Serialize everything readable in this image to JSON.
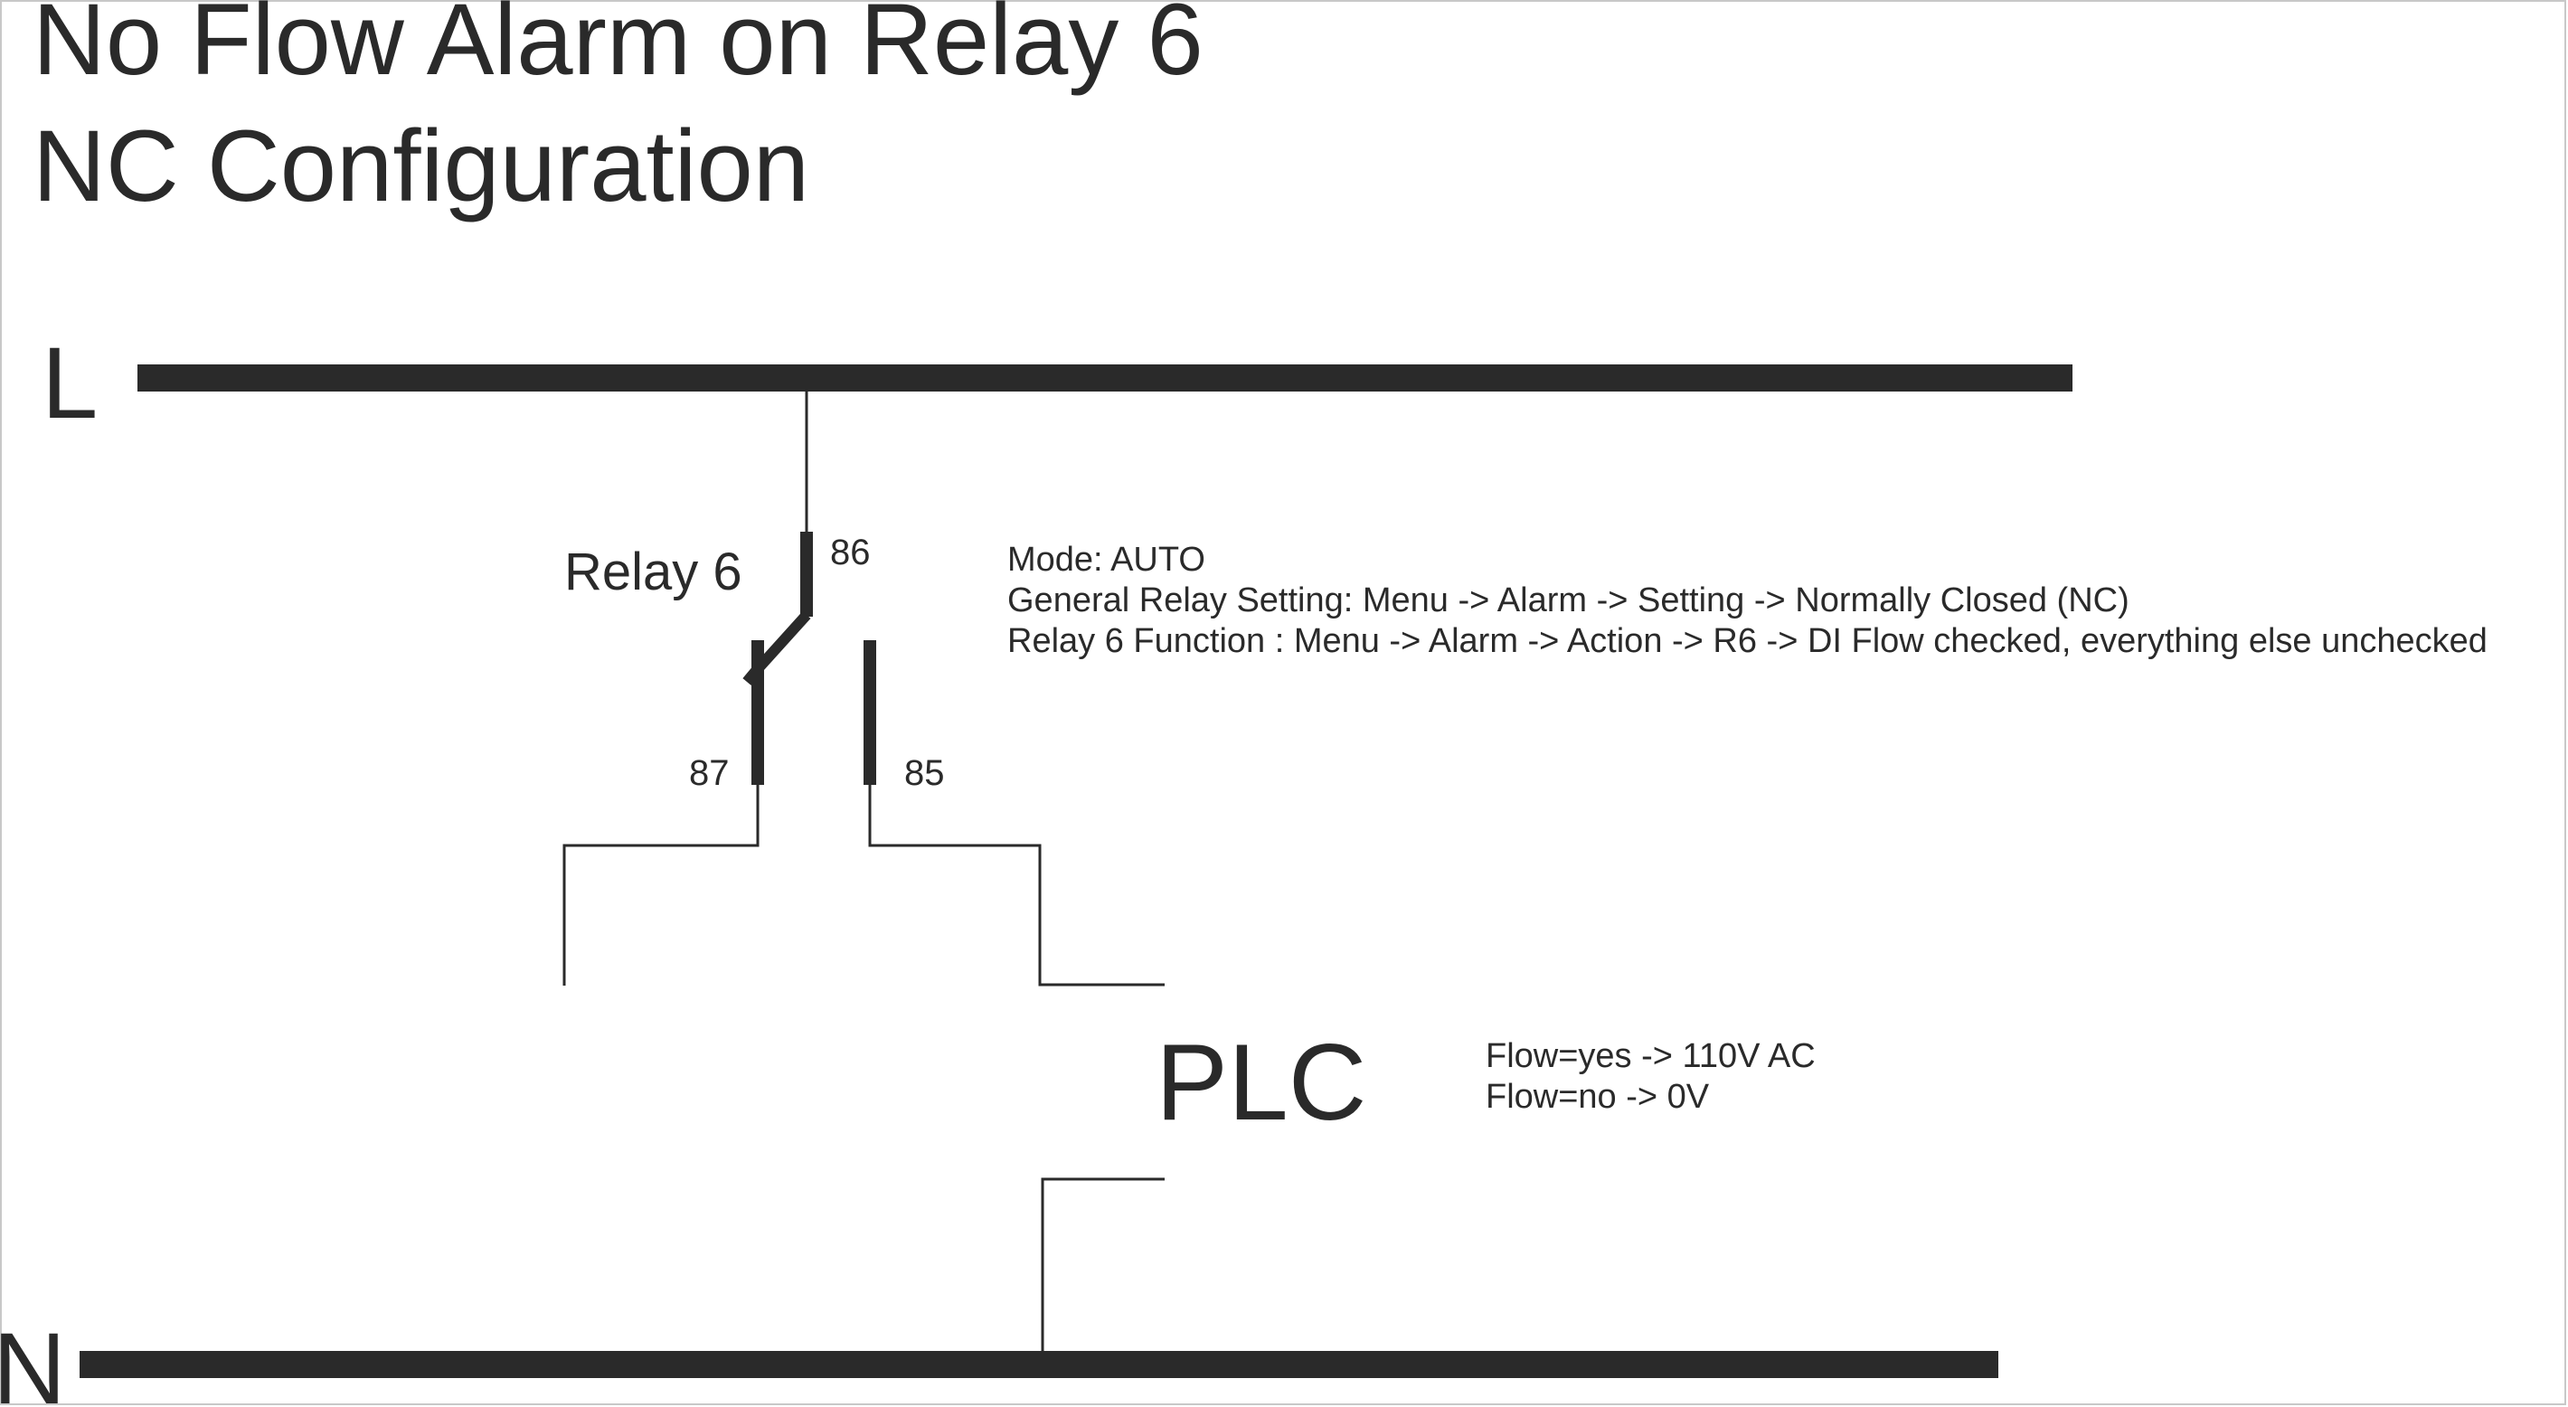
{
  "title": {
    "line1": "No Flow Alarm on Relay 6",
    "line2": "NC Configuration"
  },
  "rails": {
    "live_label": "L",
    "neutral_label": "N"
  },
  "relay": {
    "name": "Relay 6",
    "terminal_common": "86",
    "terminal_nc": "87",
    "terminal_no": "85"
  },
  "settings_note": {
    "mode": "Mode: AUTO",
    "general": "General Relay Setting: Menu -> Alarm -> Setting -> Normally Closed (NC)",
    "function": "Relay 6 Function : Menu -> Alarm -> Action -> R6 -> DI Flow checked, everything else unchecked"
  },
  "plc": {
    "label": "PLC",
    "flow_yes": "Flow=yes -> 110V AC",
    "flow_no": "Flow=no -> 0V"
  },
  "colors": {
    "ink": "#2a2a2a",
    "background": "#ffffff"
  }
}
